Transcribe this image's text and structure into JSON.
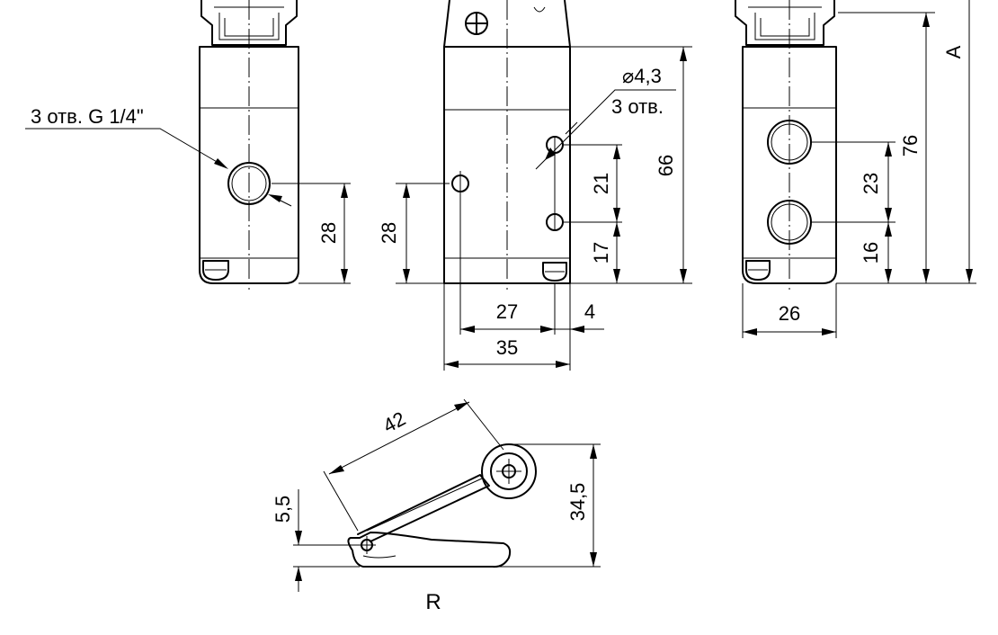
{
  "labels": {
    "ports_note": "3 отв. G 1/4\"",
    "holes_diameter": "⌀4,3",
    "holes_count": "3 отв.",
    "variant": "R",
    "param_a": "A"
  },
  "dimensions": {
    "left_port_height": "28",
    "mid_hole_height": "28",
    "mid_hole_spacing_upper": "21",
    "mid_hole_spacing_lower": "17",
    "mid_body_height": "66",
    "mid_hole_pitch": "27",
    "mid_edge_offset": "4",
    "mid_width": "35",
    "right_port_spacing": "23",
    "right_port_height": "16",
    "right_total_height": "76",
    "right_width": "26",
    "lever_length": "42",
    "lever_pivot_height": "5,5",
    "lever_total_height": "34,5"
  }
}
